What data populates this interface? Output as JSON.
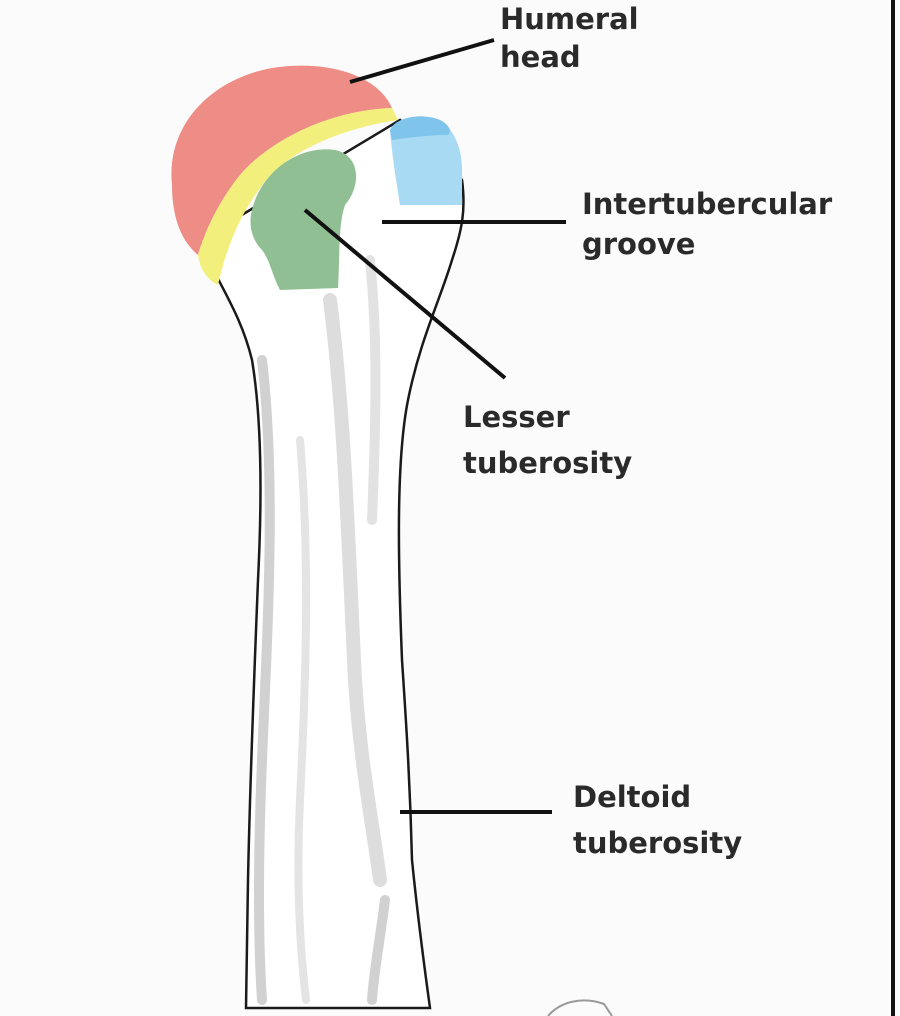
{
  "diagram": {
    "labels": {
      "humeral_head": [
        "Humeral",
        "head"
      ],
      "intertubercular_groove": [
        "Intertubercular",
        "groove"
      ],
      "lesser_tuberosity": [
        "Lesser",
        "tuberosity"
      ],
      "deltoid_tuberosity": [
        "Deltoid",
        "tuberosity"
      ]
    },
    "colors": {
      "humeral_head": "#ee8c86",
      "neck_band": "#f3ef7c",
      "lesser_tuberosity": "#8fbf92",
      "greater_tubercle": "#a9daf3",
      "bone": "#ffffff",
      "bone_shading": "#bdbdbd",
      "outline": "#1a1a1a",
      "text": "#2a2a2a"
    }
  }
}
